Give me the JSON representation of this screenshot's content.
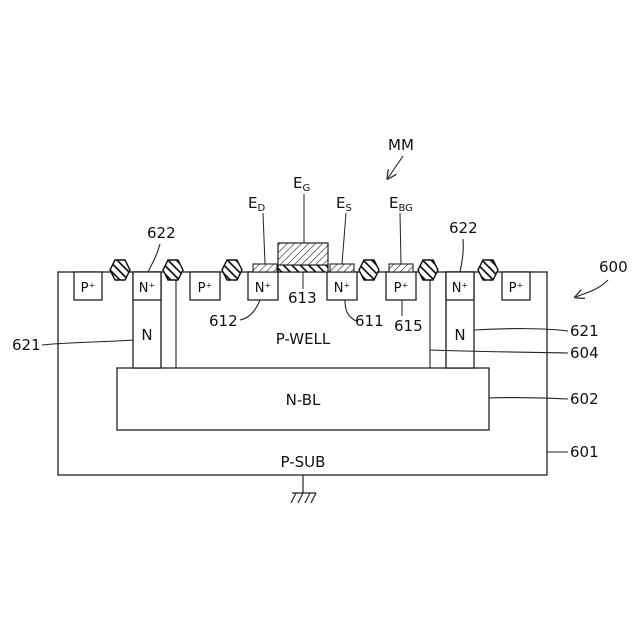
{
  "labels": {
    "mm": "MM",
    "ref_600": "600",
    "ref_601": "601",
    "ref_602": "602",
    "ref_604": "604",
    "ref_611": "611",
    "ref_612": "612",
    "ref_613": "613",
    "ref_615": "615",
    "ref_621_left": "621",
    "ref_621_right": "621",
    "ref_622_left": "622",
    "ref_622_right": "622"
  },
  "electrodes": {
    "drain": {
      "main": "E",
      "sub": "D"
    },
    "gate": {
      "main": "E",
      "sub": "G"
    },
    "source": {
      "main": "E",
      "sub": "S"
    },
    "backgate": {
      "main": "E",
      "sub": "BG"
    }
  },
  "regions": {
    "p_well": "P-WELL",
    "n_bl": "N-BL",
    "p_sub": "P-SUB",
    "n_left": "N",
    "n_right": "N",
    "p_plus": "P⁺",
    "n_plus": "N⁺"
  }
}
